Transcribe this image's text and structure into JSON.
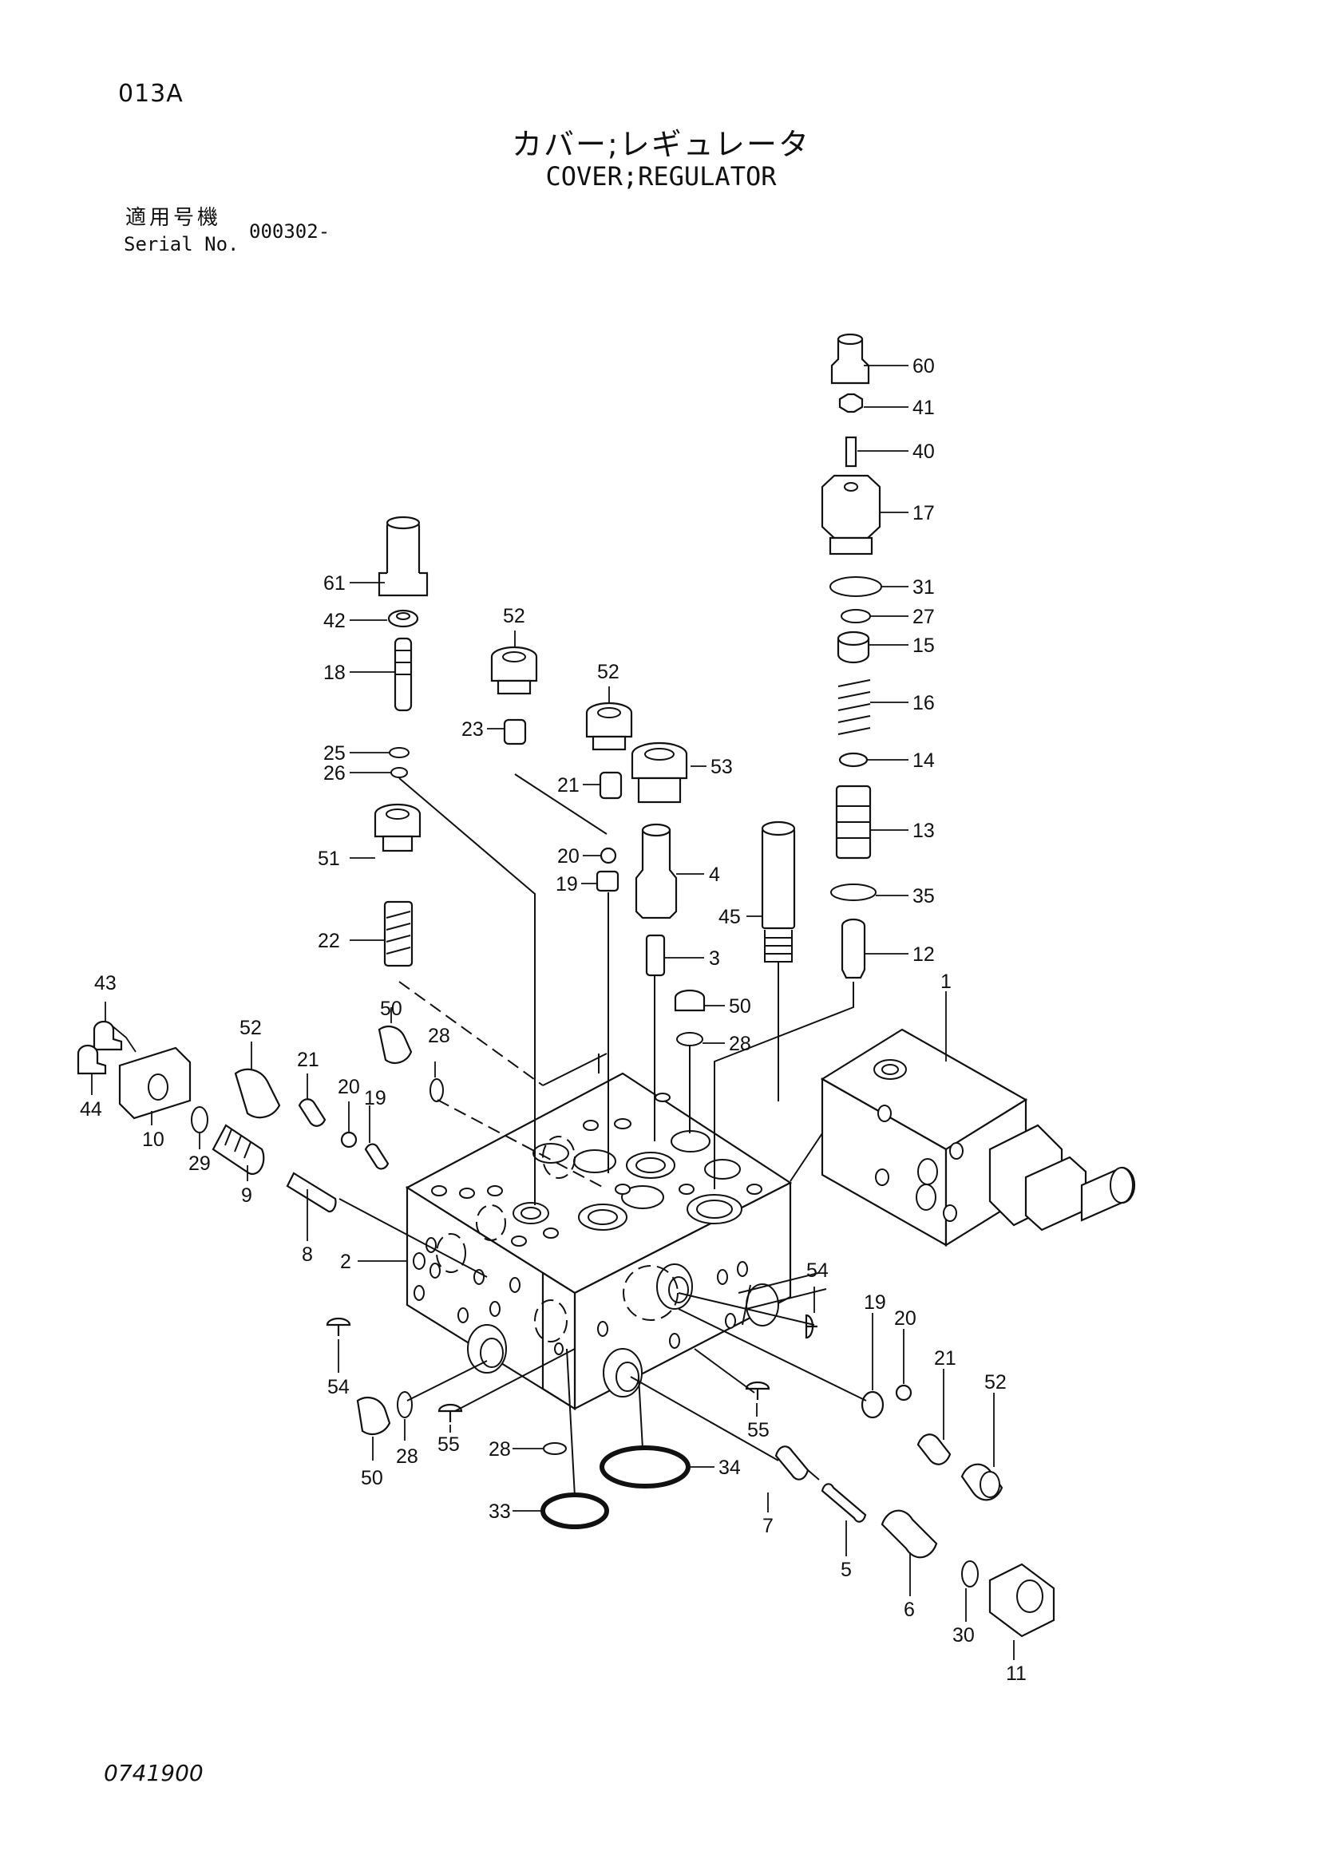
{
  "header": {
    "page_code": "013A",
    "title_jp": "カバー;レギュレータ",
    "title_en": "COVER;REGULATOR",
    "serial_label_jp": "適用号機",
    "serial_label_en": "Serial No.",
    "serial_value": "000302-"
  },
  "footer": {
    "drawing_number": "0741900"
  },
  "callouts": [
    "60",
    "41",
    "40",
    "17",
    "31",
    "27",
    "15",
    "16",
    "14",
    "13",
    "35",
    "12",
    "1",
    "61",
    "42",
    "18",
    "25",
    "26",
    "51",
    "22",
    "52",
    "23",
    "52",
    "21",
    "53",
    "20",
    "4",
    "19",
    "3",
    "45",
    "50",
    "28",
    "43",
    "44",
    "10",
    "29",
    "52",
    "21",
    "20",
    "19",
    "9",
    "8",
    "2",
    "50",
    "28",
    "54",
    "54",
    "55",
    "55",
    "50",
    "28",
    "28",
    "33",
    "34",
    "7",
    "5",
    "6",
    "30",
    "11",
    "19",
    "20",
    "21",
    "52"
  ]
}
